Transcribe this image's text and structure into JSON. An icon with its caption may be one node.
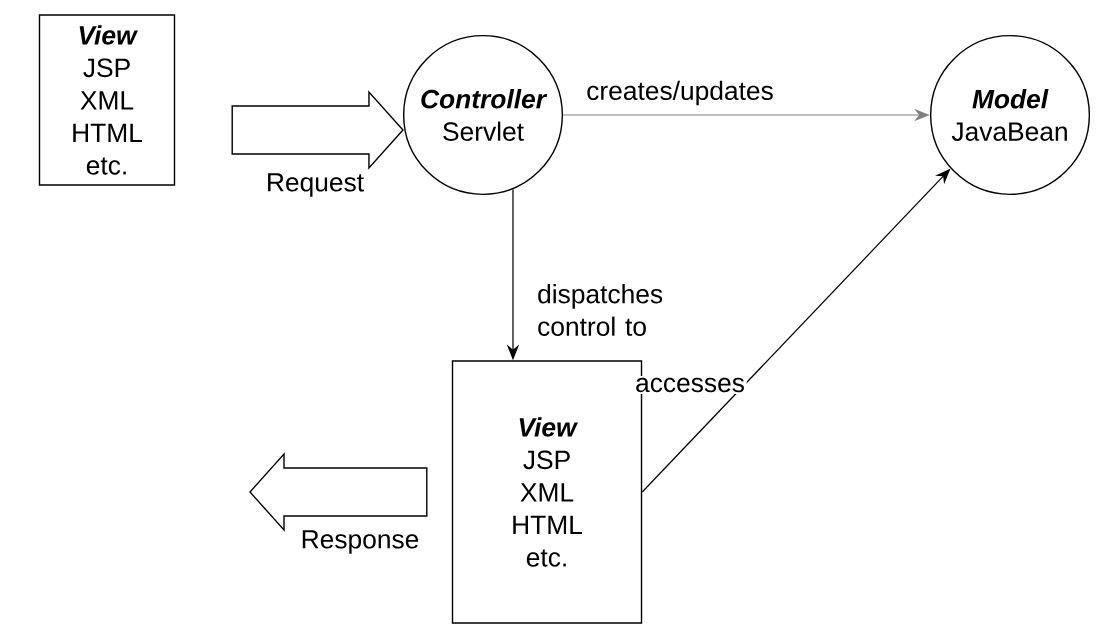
{
  "diagram": {
    "nodes": [
      {
        "text": [
          "View",
          "JSP XML HTML etc."
        ]
      },
      {
        "text": [
          "Controller",
          "Servlet"
        ]
      },
      {
        "text": [
          "Model",
          "JavaBean"
        ]
      },
      {
        "text": [
          "View",
          "JSP XML HTML etc."
        ]
      }
    ],
    "edges": [
      {
        "from": 0,
        "to": 1,
        "arrow": "to",
        "label": "Request",
        "style": "thick"
      },
      {
        "from": 1,
        "to": 2,
        "arrow": "to",
        "label": "creates/updates",
        "color": "#808080"
      },
      {
        "from": 1,
        "to": 3,
        "arrow": "to",
        "label": "dispatches control to"
      },
      {
        "from": 3,
        "to": 2,
        "arrow": "to",
        "label": "accesses"
      },
      {
        "from": 3,
        "to": null,
        "arrow": "to",
        "label": "Response",
        "style": "thick"
      }
    ]
  }
}
